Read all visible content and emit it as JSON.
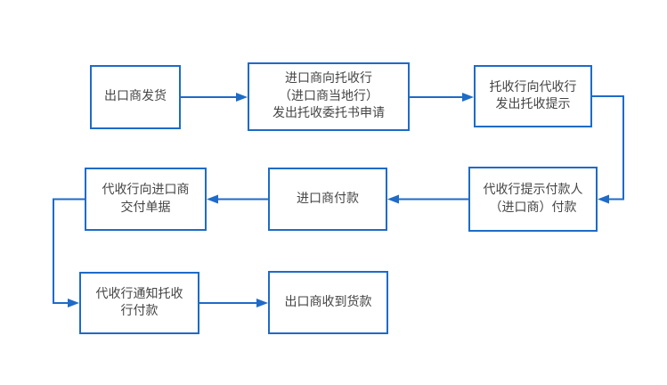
{
  "theme": {
    "line_color": "#1E6BC8",
    "box_border": "#1E6BC8",
    "box_fill": "#FFFFFF",
    "text_color": "#454545",
    "background": "#FFFFFF"
  },
  "diagram": {
    "type": "flowchart",
    "nodes": [
      {
        "id": "exporter-ships",
        "text": "出口商发货"
      },
      {
        "id": "importer-collection-order",
        "text": "进口商向托收行\n（进口商当地行）\n发出托收委托书申请"
      },
      {
        "id": "remitting-bank-presents",
        "text": "托收行向代收行\n发出托收提示"
      },
      {
        "id": "collecting-bank-presents",
        "text": "代收行提示付款人\n（进口商）付款"
      },
      {
        "id": "importer-pays",
        "text": "进口商付款"
      },
      {
        "id": "collecting-bank-delivers",
        "text": "代收行向进口商\n交付单据"
      },
      {
        "id": "collecting-bank-notifies",
        "text": "代收行通知托收\n行付款"
      },
      {
        "id": "exporter-receives-payment",
        "text": "出口商收到货款"
      }
    ],
    "edges": [
      {
        "from": "exporter-ships",
        "to": "importer-collection-order"
      },
      {
        "from": "importer-collection-order",
        "to": "remitting-bank-presents"
      },
      {
        "from": "remitting-bank-presents",
        "to": "collecting-bank-presents"
      },
      {
        "from": "collecting-bank-presents",
        "to": "importer-pays"
      },
      {
        "from": "importer-pays",
        "to": "collecting-bank-delivers"
      },
      {
        "from": "collecting-bank-delivers",
        "to": "collecting-bank-notifies"
      },
      {
        "from": "collecting-bank-notifies",
        "to": "exporter-receives-payment"
      }
    ]
  }
}
